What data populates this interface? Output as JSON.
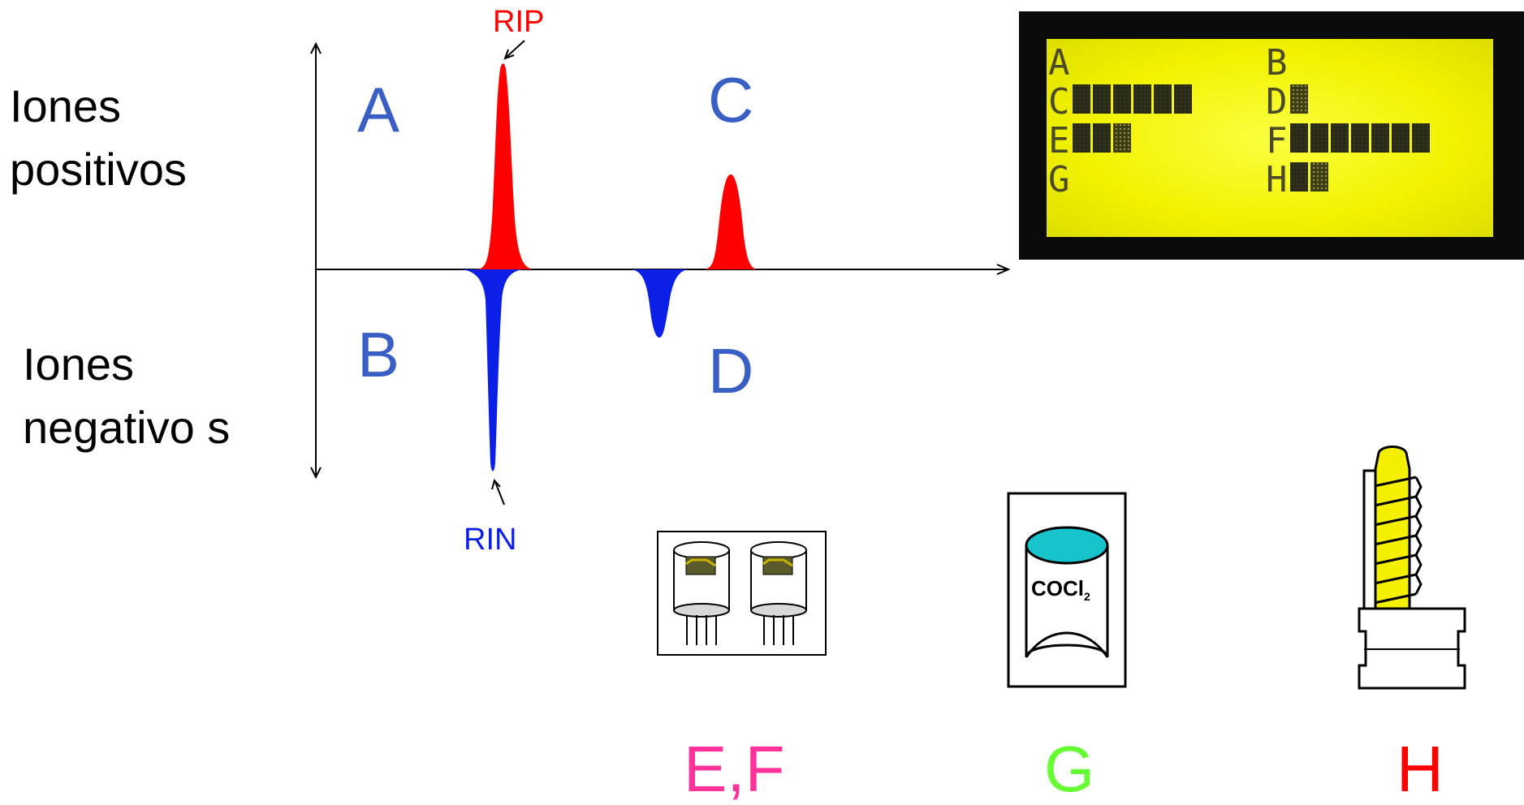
{
  "left_labels": {
    "positive": "Iones positivos",
    "negative": "Iones negativo s"
  },
  "quadrants": {
    "A": "A",
    "B": "B",
    "C": "C",
    "D": "D"
  },
  "peaks": {
    "rip": "RIP",
    "rin": "RIN"
  },
  "lcd": {
    "rows": [
      {
        "left": "A",
        "left_bars": 0,
        "right": "B",
        "right_bars": 0
      },
      {
        "left": "C",
        "left_bars": 6,
        "right": "D",
        "right_bars": 1
      },
      {
        "left": "E",
        "left_bars": 3,
        "right": "F",
        "right_bars": 7
      },
      {
        "left": "G",
        "left_bars": 0,
        "right": "H",
        "right_bars": 2
      }
    ]
  },
  "sensors": {
    "ef": "E,F",
    "g": "G",
    "h": "H",
    "cocl2": "COCl2"
  },
  "colors": {
    "positive_peak": "#ff0000",
    "negative_peak": "#0b1fe6",
    "quadrant_text": "#3a5fc4",
    "rip_text": "#ff0000",
    "rin_text": "#0b1fe6",
    "ef_text": "#ff3399",
    "g_text": "#66ff33",
    "h_text": "#ff0000",
    "cylinder_top": "#17c4cc",
    "coil": "#f5f000"
  }
}
